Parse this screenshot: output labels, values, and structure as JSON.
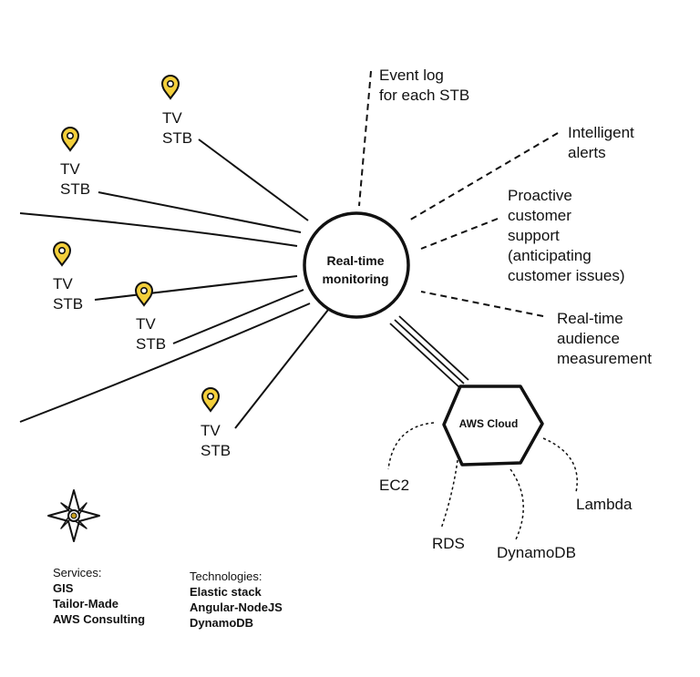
{
  "hub": {
    "line1": "Real-time",
    "line2": "monitoring"
  },
  "features": {
    "event_log": [
      "Event log",
      "for each STB"
    ],
    "alerts": [
      "Intelligent",
      "alerts"
    ],
    "support": [
      "Proactive",
      "customer",
      "support",
      "(anticipating",
      "customer issues)"
    ],
    "audience": [
      "Real-time",
      "audience",
      "measurement"
    ]
  },
  "devices": [
    {
      "line1": "TV",
      "line2": "STB"
    },
    {
      "line1": "TV",
      "line2": "STB"
    },
    {
      "line1": "TV",
      "line2": "STB"
    },
    {
      "line1": "TV",
      "line2": "STB"
    },
    {
      "line1": "TV",
      "line2": "STB"
    }
  ],
  "cloud": {
    "label": "AWS Cloud",
    "services": [
      "EC2",
      "RDS",
      "DynamoDB",
      "Lambda"
    ]
  },
  "services": {
    "heading": "Services:",
    "items": [
      "GIS",
      "Tailor-Made",
      "AWS Consulting"
    ]
  },
  "technologies": {
    "heading": "Technologies:",
    "items": [
      "Elastic stack",
      "Angular-NodeJS",
      "DynamoDB"
    ]
  },
  "colors": {
    "pin": "#F3CF3B",
    "stroke": "#111111",
    "compass_accent": "#C8A020"
  }
}
